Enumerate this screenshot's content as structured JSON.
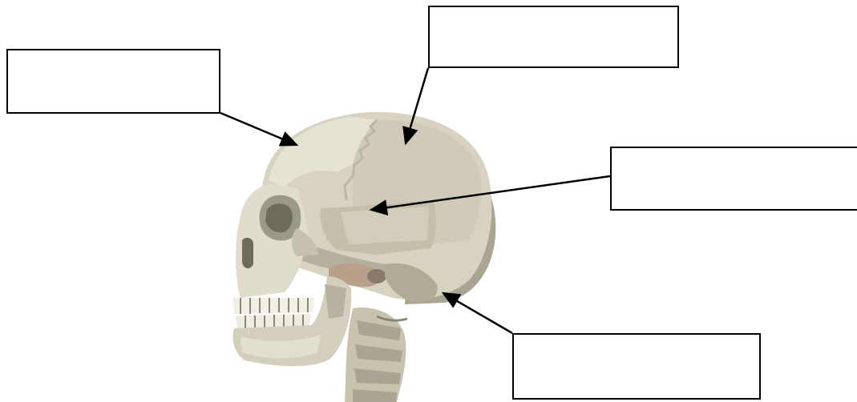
{
  "diagram": {
    "subject": "skull-lateral-view",
    "labels": [
      {
        "id": "top-left",
        "text": "",
        "points_to": "frontal-bone"
      },
      {
        "id": "top-center",
        "text": "",
        "points_to": "parietal-bone"
      },
      {
        "id": "right-middle",
        "text": "",
        "points_to": "temporal-bone"
      },
      {
        "id": "bottom-right",
        "text": "",
        "points_to": "occipital-bone"
      }
    ],
    "colors": {
      "bone_light": "#e4e0d2",
      "bone_mid": "#cdc8b4",
      "bone_shadow": "#a9a592",
      "bone_dark": "#8a8674",
      "cavity": "#6e6a5c",
      "joint": "#b8a08a",
      "line": "#000000"
    }
  }
}
